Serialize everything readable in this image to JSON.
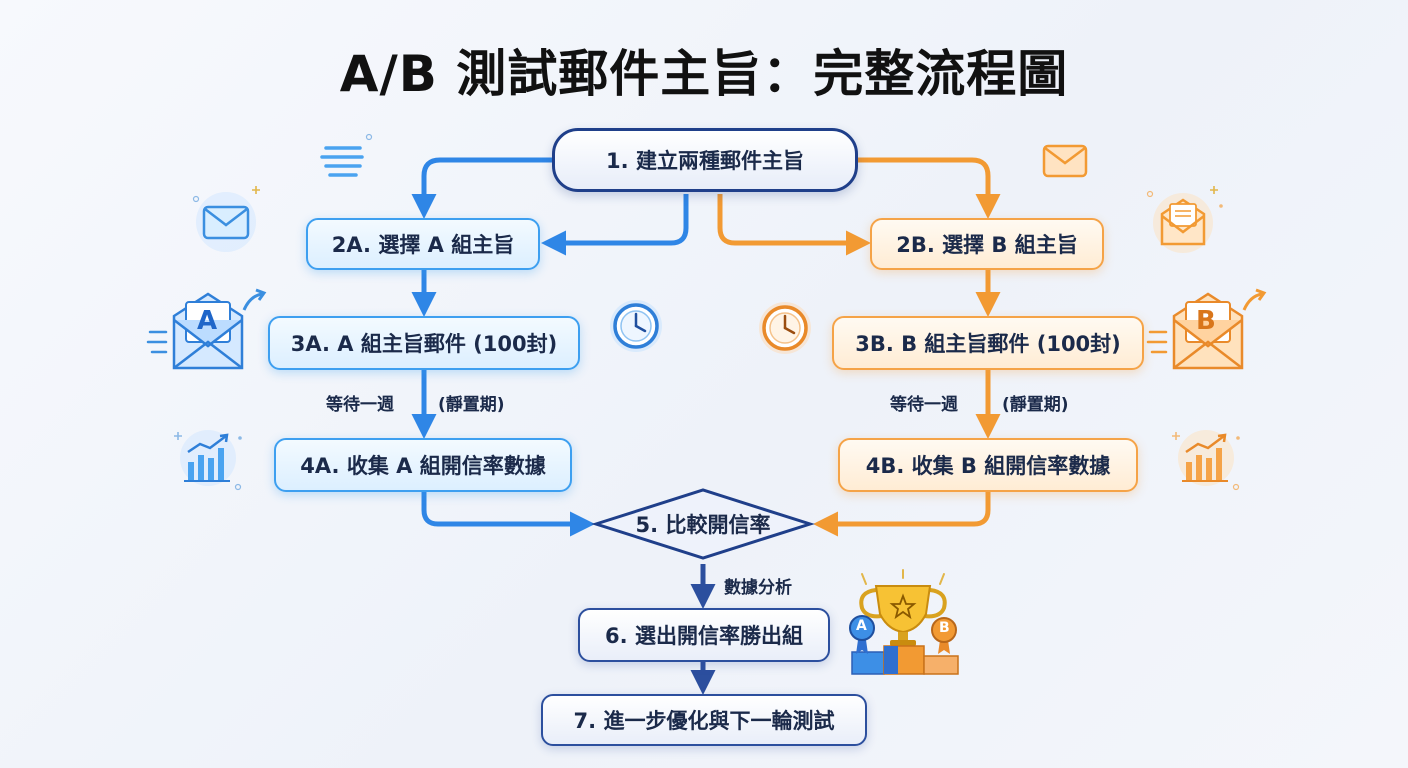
{
  "title": "A/B 測試郵件主旨：完整流程圖",
  "nodes": {
    "n1": "1. 建立兩種郵件主旨",
    "n2a": "2A. 選擇 A 組主旨",
    "n2b": "2B. 選擇 B 組主旨",
    "n3a": "3A. A 組主旨郵件 (100封)",
    "n3b": "3B. B 組主旨郵件 (100封)",
    "n4a": "4A. 收集 A 組開信率數據",
    "n4b": "4B. 收集 B 組開信率數據",
    "n5": "5. 比較開信率",
    "n6": "6. 選出開信率勝出組",
    "n7": "7. 進一步優化與下一輪測試"
  },
  "labels": {
    "wait_a_1": "等待一週",
    "wait_a_2": "(靜置期)",
    "wait_b_1": "等待一週",
    "wait_b_2": "(靜置期)",
    "analysis": "數據分析"
  },
  "badges": {
    "envelope_a": "A",
    "envelope_b": "B",
    "medal_a": "A",
    "medal_b": "B"
  },
  "colors": {
    "branch_a": "#2f86e6",
    "branch_b": "#f29a33",
    "main": "#1f3f8a"
  }
}
